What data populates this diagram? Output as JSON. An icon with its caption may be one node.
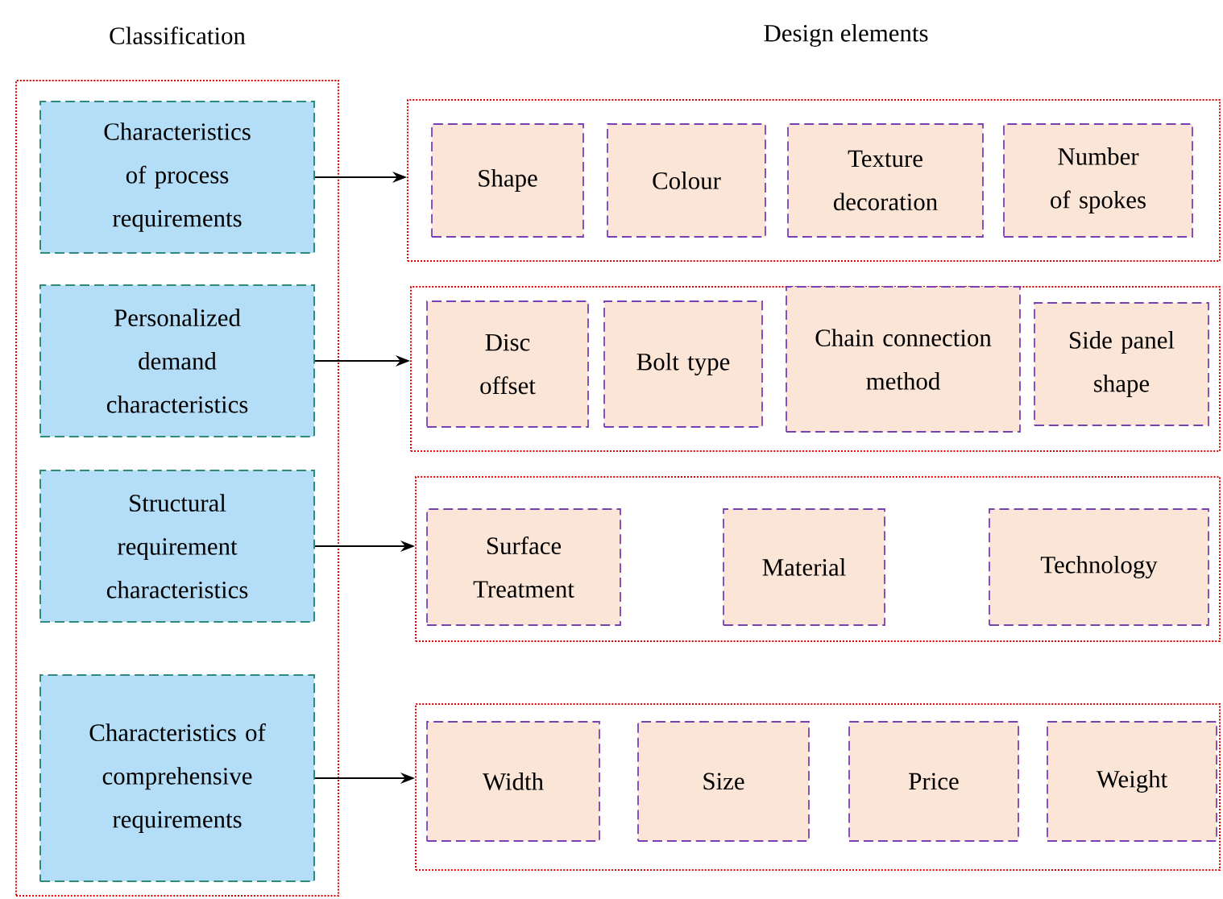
{
  "diagram": {
    "nodes": [
      {
        "text": [
          "Classification"
        ]
      },
      {
        "text": [
          "Characteristics of process requirements"
        ],
        "in": 0
      },
      {
        "text": [
          "Personalized demand characteristics"
        ],
        "in": 0
      },
      {
        "text": [
          "Structural requirement characteristics"
        ],
        "in": 0
      },
      {
        "text": [
          "Characteristics of comprehensive requirements"
        ],
        "in": 0
      },
      {
        "text": [],
        "shape": "box"
      },
      {
        "text": [
          "Shape"
        ],
        "in": 5
      },
      {
        "text": [
          "Colour"
        ],
        "in": 5
      },
      {
        "text": [
          "Texture decoration"
        ],
        "in": 5
      },
      {
        "text": [
          "Number of spokes"
        ],
        "in": 5
      },
      {
        "text": [],
        "shape": "box"
      },
      {
        "text": [
          "Disc offset"
        ],
        "in": 10
      },
      {
        "text": [
          "Bolt type"
        ],
        "in": 10
      },
      {
        "text": [
          "Chain connection method"
        ],
        "in": 10
      },
      {
        "text": [
          "Side panel shape"
        ],
        "in": 10
      },
      {
        "text": [],
        "shape": "box"
      },
      {
        "text": [
          "Surface Treatment"
        ],
        "in": 15
      },
      {
        "text": [
          "Material"
        ],
        "in": 15
      },
      {
        "text": [
          "Technology"
        ],
        "in": 15
      },
      {
        "text": [],
        "shape": "box"
      },
      {
        "text": [
          "Width"
        ],
        "in": 19
      },
      {
        "text": [
          "Size"
        ],
        "in": 19
      },
      {
        "text": [
          "Price"
        ],
        "in": 19
      },
      {
        "text": [
          "Weight"
        ],
        "in": 19
      }
    ],
    "edges": [
      {
        "from": 1,
        "to": 5,
        "arrow": "to"
      },
      {
        "from": 2,
        "to": 10,
        "arrow": "to"
      },
      {
        "from": 3,
        "to": 15,
        "arrow": "to"
      },
      {
        "from": 4,
        "to": 19,
        "arrow": "to"
      }
    ],
    "labels": [
      "Design elements"
    ]
  }
}
